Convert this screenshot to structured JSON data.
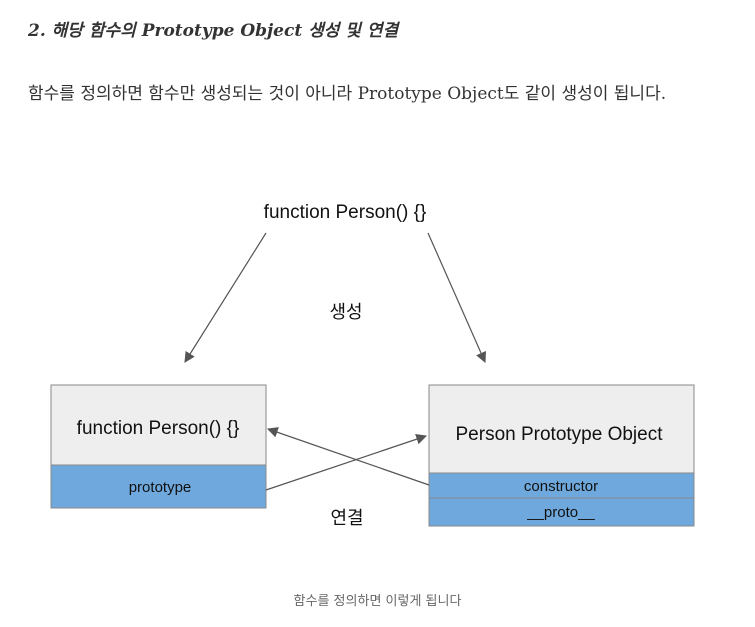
{
  "heading": "2. 해당 함수의 Prototype Object 생성 및 연결",
  "paragraph": "함수를 정의하면 함수만 생성되는 것이 아니라 Prototype Object도 같이 생성이 됩니다.",
  "diagram": {
    "top_label": "function Person() {}",
    "create_label": "생성",
    "link_label": "연결",
    "left_box": {
      "title": "function Person() {}",
      "property": "prototype"
    },
    "right_box": {
      "title": "Person Prototype Object",
      "property_1": "constructor",
      "property_2": "__proto__"
    },
    "colors": {
      "box_fill": "#eeeeee",
      "property_fill": "#6fa8dc",
      "border": "#888888",
      "arrow": "#555555"
    }
  },
  "caption": "함수를 정의하면 이렇게 됩니다"
}
